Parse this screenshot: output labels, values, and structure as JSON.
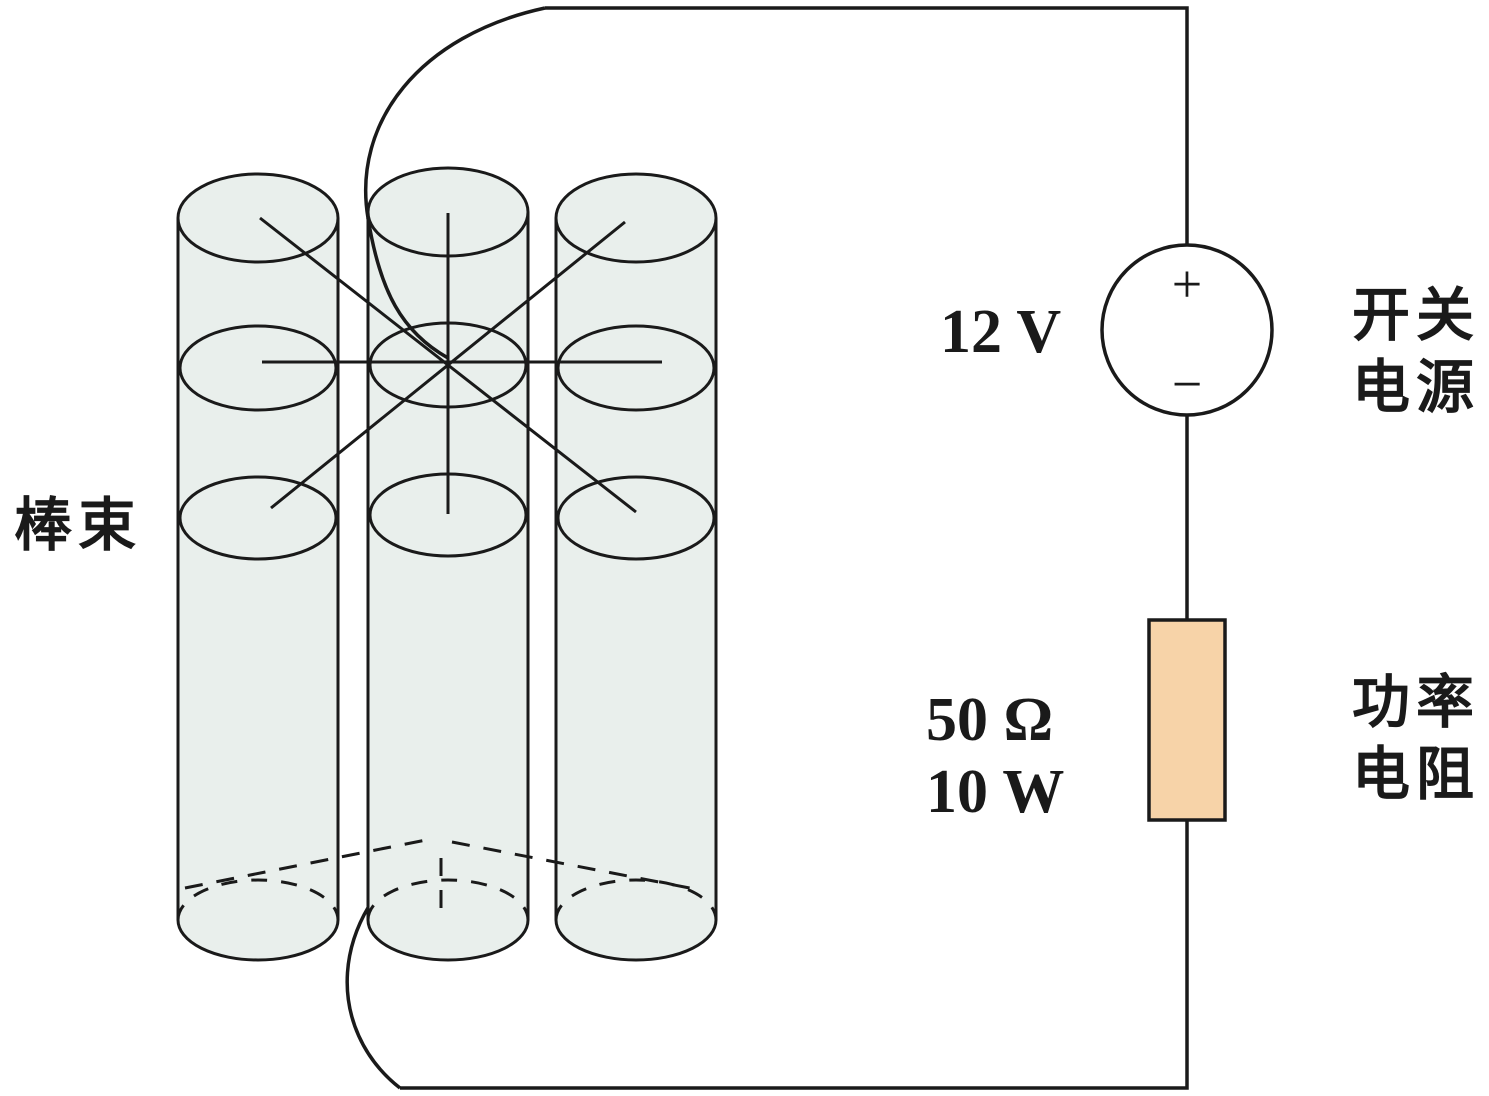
{
  "labels": {
    "rod_bundle": "棒束",
    "voltage": "12 V",
    "supply_line1": "开关",
    "supply_line2": "电源",
    "resistance": "50 Ω",
    "power": "10 W",
    "resistor_line1": "功率",
    "resistor_line2": "电阻",
    "plus": "+",
    "minus": "−"
  },
  "colors": {
    "rod_fill": "#e9efec",
    "resistor_fill": "#f7d3a8",
    "line": "#1a1a1a"
  }
}
